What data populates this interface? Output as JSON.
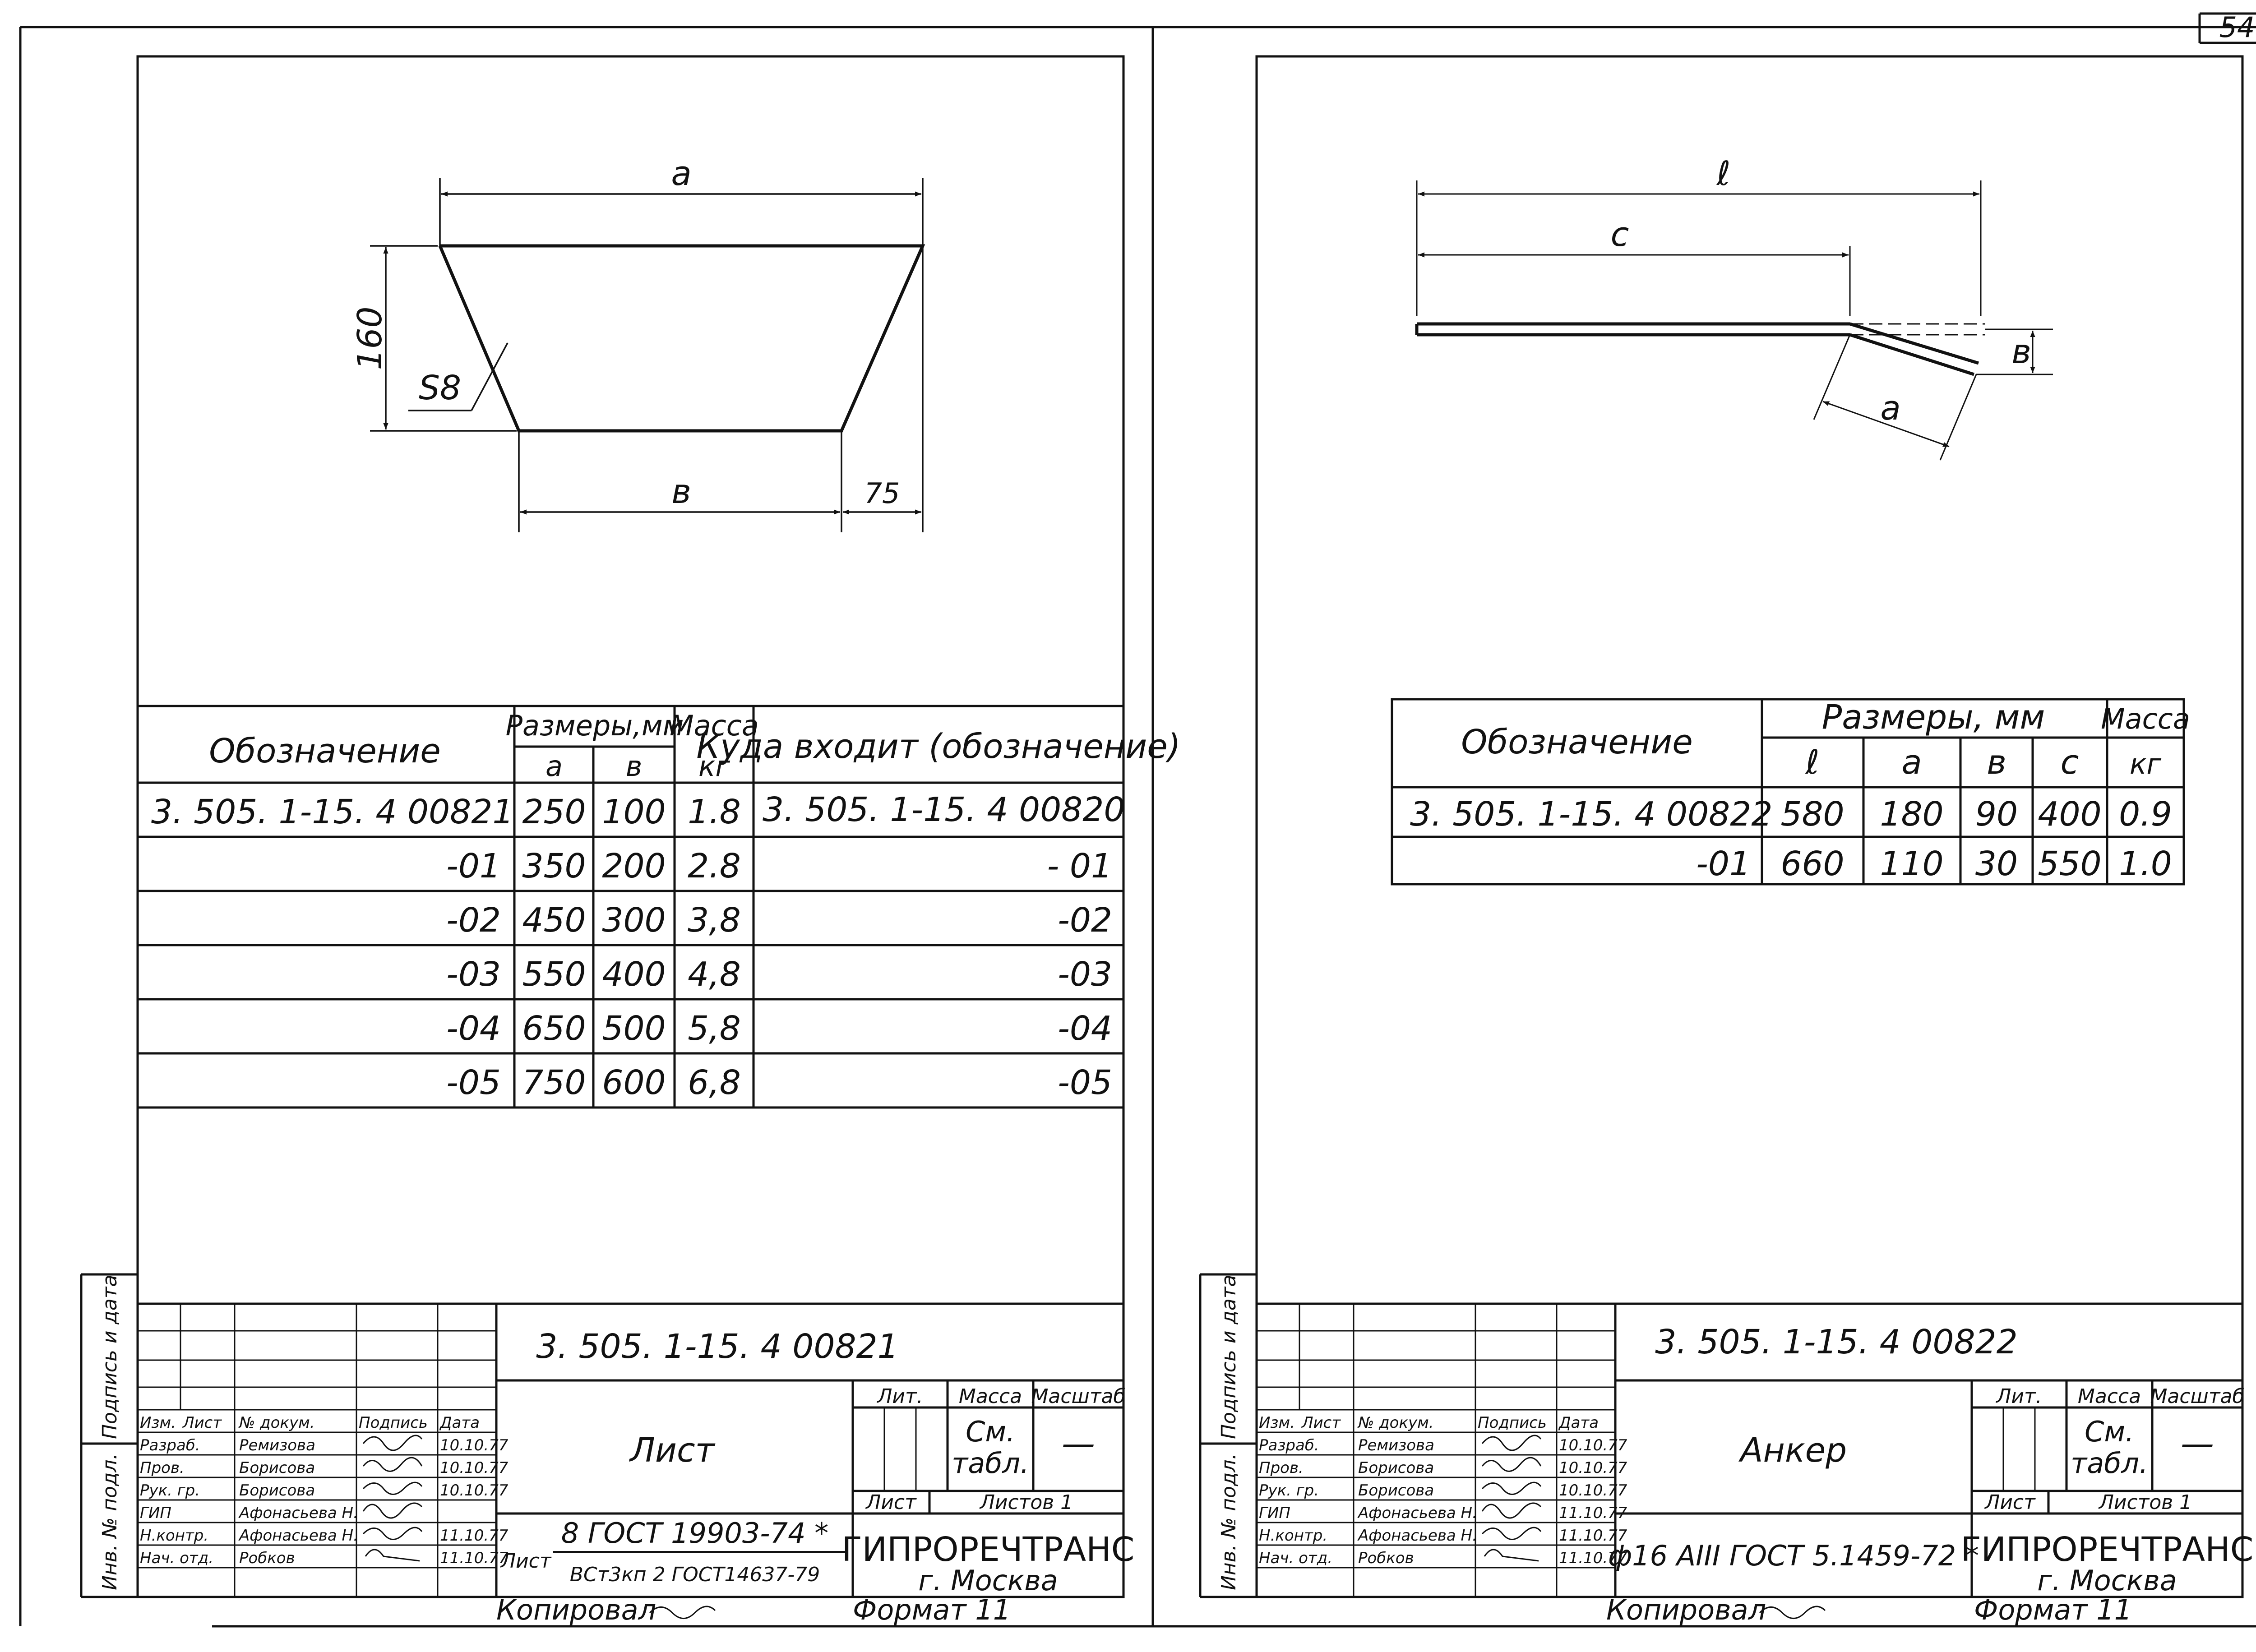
{
  "page_number": "54",
  "left": {
    "dims": {
      "a": "a",
      "b": "в",
      "h": "160",
      "s": "S8",
      "t": "75"
    },
    "table": {
      "h_designation": "Обозначение",
      "h_sizes": "Размеры,мм",
      "h_mass": "Масса",
      "h_dest": "Куда входит (обозначение)",
      "sub_a": "a",
      "sub_b": "в",
      "sub_kg": "кг",
      "rows": [
        {
          "des": "3. 505. 1-15. 4 00821",
          "a": "250",
          "b": "100",
          "m": "1.8",
          "dest": "3. 505. 1-15. 4 00820"
        },
        {
          "des": "-01",
          "a": "350",
          "b": "200",
          "m": "2.8",
          "dest": "- 01"
        },
        {
          "des": "-02",
          "a": "450",
          "b": "300",
          "m": "3,8",
          "dest": "-02"
        },
        {
          "des": "-03",
          "a": "550",
          "b": "400",
          "m": "4,8",
          "dest": "-03"
        },
        {
          "des": "-04",
          "a": "650",
          "b": "500",
          "m": "5,8",
          "dest": "-04"
        },
        {
          "des": "-05",
          "a": "750",
          "b": "600",
          "m": "6,8",
          "dest": "-05"
        }
      ]
    },
    "title": {
      "code": "3. 505. 1-15. 4   00821",
      "name": "Лист",
      "lit": "Лит.",
      "mass": "Масса",
      "scale": "Масштаб",
      "mass_val1": "См.",
      "mass_val2": "табл.",
      "scale_val": "—",
      "sheet": "Лист",
      "sheets": "Листов 1",
      "org": "ГИПРОРЕЧТРАНС",
      "city": "г. Москва",
      "material_prefix": "Лист",
      "material_line1": "8 ГОСТ 19903-74 *",
      "material_line2": "ВСт3кп 2 ГОСТ14637-79",
      "hdr": [
        "Изм.",
        "Лист",
        "№ докум.",
        "Подпись",
        "Дата"
      ],
      "people": [
        {
          "role": "Разраб.",
          "name": "Ремизова",
          "date": "10.10.77"
        },
        {
          "role": "Пров.",
          "name": "Борисова",
          "date": "10.10.77"
        },
        {
          "role": "Рук. гр.",
          "name": "Борисова",
          "date": "10.10.77"
        },
        {
          "role": "ГИП",
          "name": "Афонасьева Н.",
          "date": ""
        },
        {
          "role": "Н.контр.",
          "name": "Афонасьева Н.",
          "date": "11.10.77"
        },
        {
          "role": "Нач. отд.",
          "name": "Робков",
          "date": "11.10.77"
        }
      ],
      "side_top": "Подпись и дата",
      "side_bot": "Инв. № подл."
    },
    "copied": "Копировал",
    "format": "Формат 11"
  },
  "right": {
    "dims": {
      "l": "ℓ",
      "c": "c",
      "b": "в",
      "a": "a"
    },
    "table": {
      "h_designation": "Обозначение",
      "h_sizes": "Размеры, мм",
      "h_mass": "Масса",
      "sub_l": "ℓ",
      "sub_a": "a",
      "sub_b": "в",
      "sub_c": "c",
      "sub_kg": "кг",
      "rows": [
        {
          "des": "3. 505. 1-15. 4 00822",
          "l": "580",
          "a": "180",
          "b": "90",
          "c": "400",
          "m": "0.9"
        },
        {
          "des": "-01",
          "l": "660",
          "a": "110",
          "b": "30",
          "c": "550",
          "m": "1.0"
        }
      ]
    },
    "title": {
      "code": "3. 505. 1-15. 4   00822",
      "name": "Анкер",
      "lit": "Лит.",
      "mass": "Масса",
      "scale": "Масштаб",
      "mass_val1": "См.",
      "mass_val2": "табл.",
      "scale_val": "—",
      "sheet": "Лист",
      "sheets": "Листов 1",
      "org": "ГИПРОРЕЧТРАНС",
      "city": "г. Москва",
      "material": "ф16 АIII ГОСТ 5.1459-72 *",
      "hdr": [
        "Изм.",
        "Лист",
        "№ докум.",
        "Подпись",
        "Дата"
      ],
      "people": [
        {
          "role": "Разраб.",
          "name": "Ремизова",
          "date": "10.10.77"
        },
        {
          "role": "Пров.",
          "name": "Борисова",
          "date": "10.10.77"
        },
        {
          "role": "Рук. гр.",
          "name": "Борисова",
          "date": "10.10.77"
        },
        {
          "role": "ГИП",
          "name": "Афонасьева Н.",
          "date": "11.10.77"
        },
        {
          "role": "Н.контр.",
          "name": "Афонасьева Н.",
          "date": "11.10.77"
        },
        {
          "role": "Нач. отд.",
          "name": "Робков",
          "date": "11.10.77"
        }
      ],
      "side_top": "Подпись и дата",
      "side_bot": "Инв. № подл."
    },
    "copied": "Копировал",
    "format": "Формат 11"
  }
}
